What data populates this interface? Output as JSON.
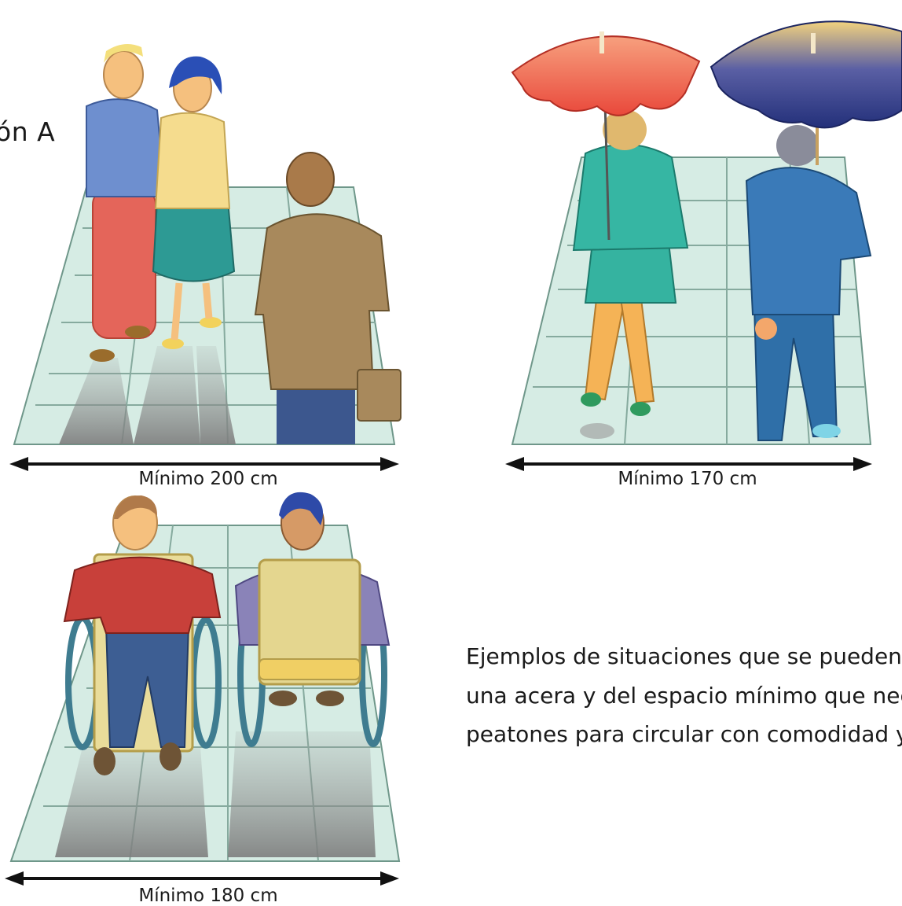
{
  "section_fragment": "ón A",
  "panels": [
    {
      "caption": "Mínimo 200 cm"
    },
    {
      "caption": "Mínimo 170 cm"
    },
    {
      "caption": "Mínimo 180 cm"
    }
  ],
  "description_lines": [
    "Ejemplos de situaciones que se pueden pr",
    "una acera y del espacio mínimo que nec",
    "peatones para circular con comodidad y s"
  ],
  "colors": {
    "floor": "#d6ece4",
    "grid": "#7fa79a",
    "shadow": "#8f8f8f",
    "arrow": "#111111"
  }
}
